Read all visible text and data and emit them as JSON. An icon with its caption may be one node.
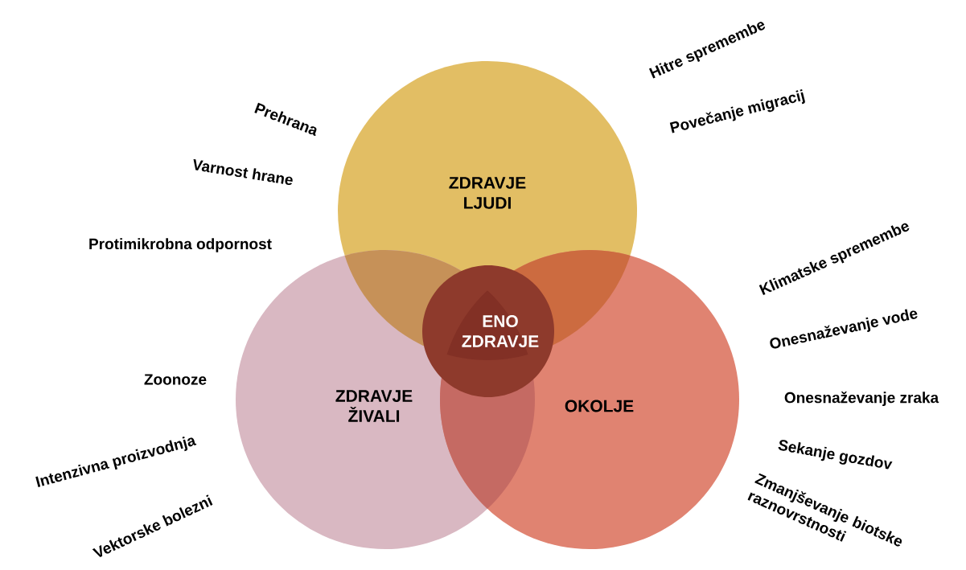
{
  "diagram": {
    "nodes": [
      {
        "text": [
          "ZDRAVJE LJUDI"
        ]
      },
      {
        "text": [
          "ZDRAVJE ŽIVALI"
        ]
      },
      {
        "text": [
          "OKOLJE"
        ]
      },
      {
        "text": [
          "ENO ZDRAVJE"
        ]
      }
    ],
    "labels": [
      "Hitre spremembe",
      "Povečanje migracij",
      "Prehrana",
      "Varnost hrane",
      "Protimikrobna odpornost",
      "Klimatske spremembe",
      "Onesnaževanje vode",
      "Zoonoze",
      "Onesnaževanje zraka",
      "Intenzivna proizvodnja",
      "Sekanje gozdov",
      "Vektorske bolezni",
      "Zmanjševanje biotske raznovrstnosti"
    ]
  }
}
